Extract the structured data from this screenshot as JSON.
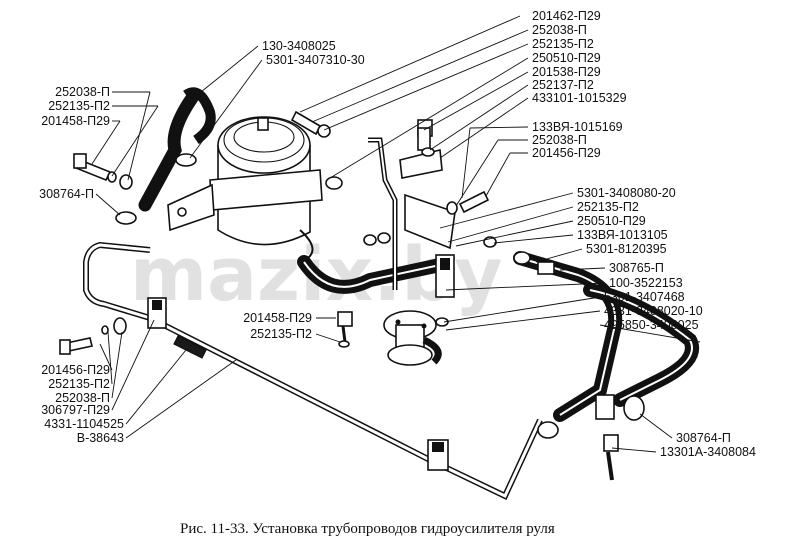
{
  "labels": {
    "l01": "201462-П29",
    "l02": "252038-П",
    "l03": "252135-П2",
    "l04": "250510-П29",
    "l05": "201538-П29",
    "l06": "252137-П2",
    "l07": "433101-1015329",
    "l08": "130-3408025",
    "l09": "5301-3407310-30",
    "l10": "252038-П",
    "l11": "252135-П2",
    "l12": "201458-П29",
    "l13": "133ВЯ-1015169",
    "l14": "252038-П",
    "l15": "201456-П29",
    "l16": "308764-П",
    "l17": "5301-3408080-20",
    "l18": "252135-П2",
    "l19": "250510-П29",
    "l20": "133ВЯ-1013105",
    "l21": "5301-8120395",
    "l22": "308765-П",
    "l23": "100-3522153",
    "l24": "5301-3407468",
    "l25": "4331-3408020-10",
    "l26": "495850-3408025",
    "l27": "201458-П29",
    "l28": "252135-П2",
    "l29": "201456-П29",
    "l30": "252135-П2",
    "l31": "252038-П",
    "l32": "306797-П29",
    "l33": "4331-1104525",
    "l34": "В-38643",
    "l35": "308764-П",
    "l36": "13301А-3408084"
  },
  "caption": "Рис.  11-33.  Установка трубопроводов  гидроусилителя  руля",
  "watermark": "mazix.by"
}
